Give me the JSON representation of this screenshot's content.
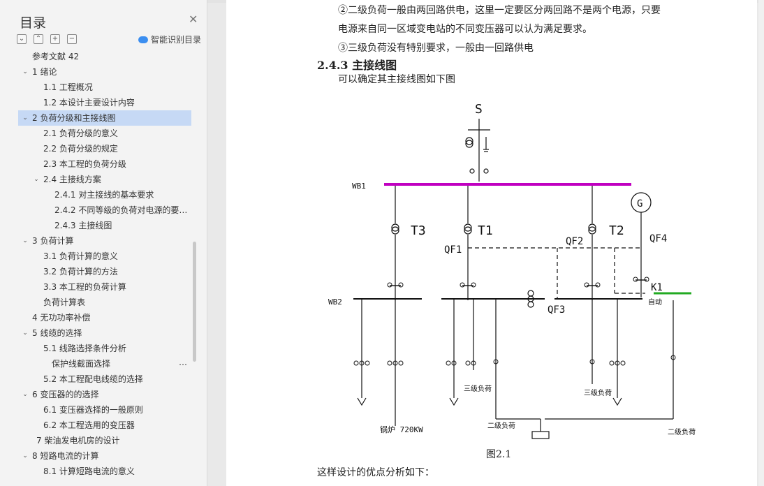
{
  "sidebar": {
    "title": "目录",
    "close_icon": "close-icon",
    "tools": {
      "collapse_all": "⌄",
      "expand_all": "⌃",
      "add": "+",
      "remove": "−"
    },
    "ai_label": "智能识别目录",
    "items": [
      {
        "label": "参考文献 42",
        "chev": ""
      },
      {
        "label": "1  绪论",
        "chev": "⌄"
      },
      {
        "label": "1.1 工程概况",
        "chev": ""
      },
      {
        "label": "1.2 本设计主要设计内容",
        "chev": ""
      },
      {
        "label": "2  负荷分级和主接线图",
        "chev": "⌄"
      },
      {
        "label": "2.1 负荷分级的意义",
        "chev": ""
      },
      {
        "label": "2.2 负荷分级的规定",
        "chev": ""
      },
      {
        "label": "2.3 本工程的负荷分级",
        "chev": ""
      },
      {
        "label": "2.4 主接线方案",
        "chev": "⌄"
      },
      {
        "label": "2.4.1 对主接线的基本要求",
        "chev": ""
      },
      {
        "label": "2.4.2 不同等级的负荷对电源的要…",
        "chev": ""
      },
      {
        "label": "2.4.3 主接线图",
        "chev": ""
      },
      {
        "label": "3  负荷计算",
        "chev": "⌄"
      },
      {
        "label": "3.1 负荷计算的意义",
        "chev": ""
      },
      {
        "label": "3.2 负荷计算的方法",
        "chev": ""
      },
      {
        "label": "3.3 本工程的负荷计算",
        "chev": ""
      },
      {
        "label": "负荷计算表",
        "chev": ""
      },
      {
        "label": "4  无功功率补偿",
        "chev": ""
      },
      {
        "label": "5  线缆的选择",
        "chev": "⌄"
      },
      {
        "label": "5.1 线路选择条件分析",
        "chev": ""
      },
      {
        "label": "保护线截面选择",
        "chev": ""
      },
      {
        "label": "5.2 本工程配电线缆的选择",
        "chev": ""
      },
      {
        "label": "6  变压器的的选择",
        "chev": "⌄"
      },
      {
        "label": "6.1 变压器选择的一般原则",
        "chev": ""
      },
      {
        "label": "6.2 本工程选用的变压器",
        "chev": ""
      },
      {
        "label": "7  柴油发电机房的设计",
        "chev": ""
      },
      {
        "label": "8  短路电流的计算",
        "chev": "⌄"
      },
      {
        "label": "8.1 计算短路电流的意义",
        "chev": ""
      }
    ],
    "more": "…"
  },
  "doc": {
    "para1": "②二级负荷一般由两回路供电，这里一定要区分两回路不是两个电源，只要",
    "para2": "电源来自同一区域变电站的不同变压器可以认为满足要求。",
    "para3": "③三级负荷没有特别要求，一般由一回路供电",
    "heading": "2.4.3 主接线图",
    "para4": "可以确定其主接线图如下图",
    "caption": "图2.1",
    "para5": "这样设计的优点分析如下："
  },
  "diagram": {
    "source": "S",
    "bus1": "WB1",
    "bus2": "WB2",
    "t3": "T3",
    "t1": "T1",
    "t2": "T2",
    "g": "G",
    "qf1": "QF1",
    "qf2": "QF2",
    "qf3": "QF3",
    "qf4": "QF4",
    "k1": "K1",
    "auto": "自动",
    "boiler": "锅炉 720KW",
    "level3_a": "三级负荷",
    "level3_b": "三级负荷",
    "level2_a": "二级负荷",
    "level2_b": "二级负荷",
    "colors": {
      "bus1": "#c000c0",
      "k1_bar": "#22aa22"
    }
  }
}
